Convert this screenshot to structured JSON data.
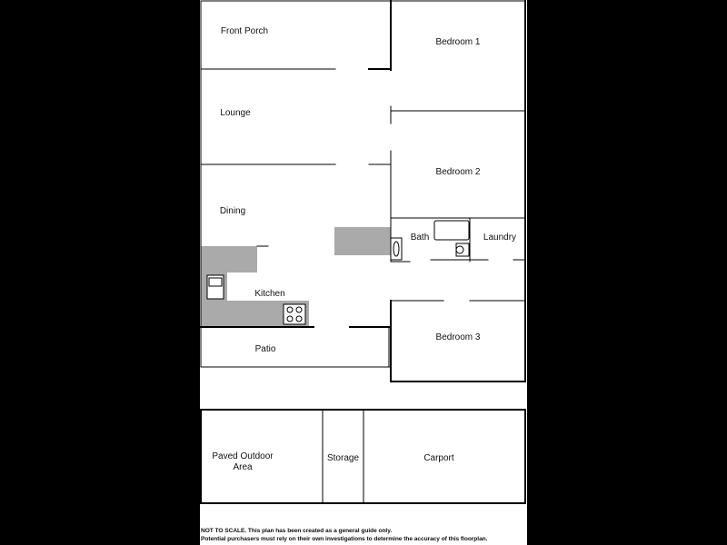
{
  "rooms": {
    "front_porch": "Front Porch",
    "lounge": "Lounge",
    "dining": "Dining",
    "kitchen": "Kitchen",
    "patio": "Patio",
    "bedroom_1": "Bedroom 1",
    "bedroom_2": "Bedroom 2",
    "bath": "Bath",
    "laundry": "Laundry",
    "bedroom_3": "Bedroom 3",
    "paved_outdoor_area": "Paved Outdoor\nArea",
    "storage": "Storage",
    "carport": "Carport"
  },
  "disclaimer": {
    "line1": "NOT TO SCALE. This plan has been created as a general guide only.",
    "line2": "Potential purchasers must rely on their own investigations to determine the accuracy of this floorplan."
  },
  "colors": {
    "background": "#000000",
    "sheet": "#ffffff",
    "walls": "#000000",
    "fixtures": "#aaaaaa"
  }
}
